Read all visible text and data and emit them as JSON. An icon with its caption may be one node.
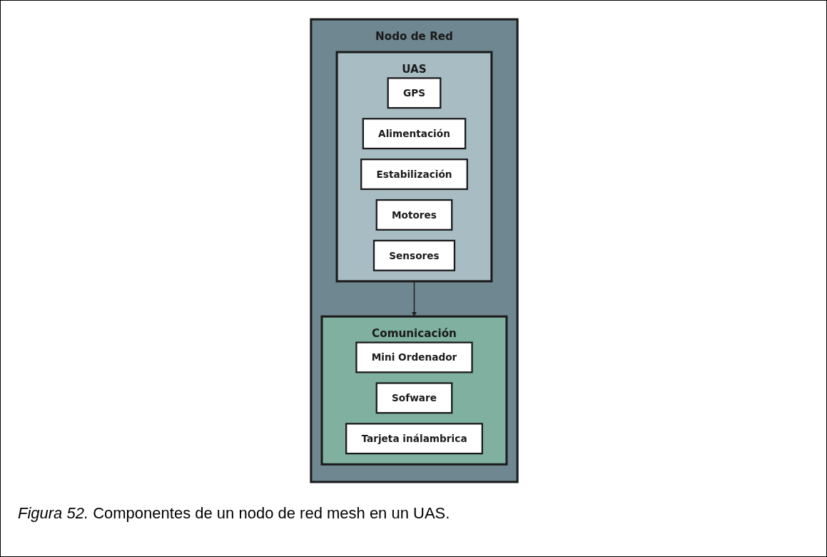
{
  "diagram": {
    "caption": "*Figura 52.* Componentes de un nodo de red mesh en un UAS.",
    "nodes": [
      {
        "text": [
          "Nodo de Red"
        ]
      },
      {
        "text": [
          "UAS"
        ],
        "in": 0
      },
      {
        "text": [
          "GPS"
        ],
        "in": 1
      },
      {
        "text": [
          "Alimentación"
        ],
        "in": 1
      },
      {
        "text": [
          "Estabilización"
        ],
        "in": 1
      },
      {
        "text": [
          "Motores"
        ],
        "in": 1
      },
      {
        "text": [
          "Sensores"
        ],
        "in": 1
      },
      {
        "text": [
          "Comunicación"
        ],
        "in": 0
      },
      {
        "text": [
          "Mini Ordenador"
        ],
        "in": 7
      },
      {
        "text": [
          "Sofware"
        ],
        "in": 7
      },
      {
        "text": [
          "Tarjeta inálambrica"
        ],
        "in": 7
      }
    ],
    "edges": [
      {
        "from": 1,
        "to": 7,
        "arrow": "to"
      }
    ]
  }
}
